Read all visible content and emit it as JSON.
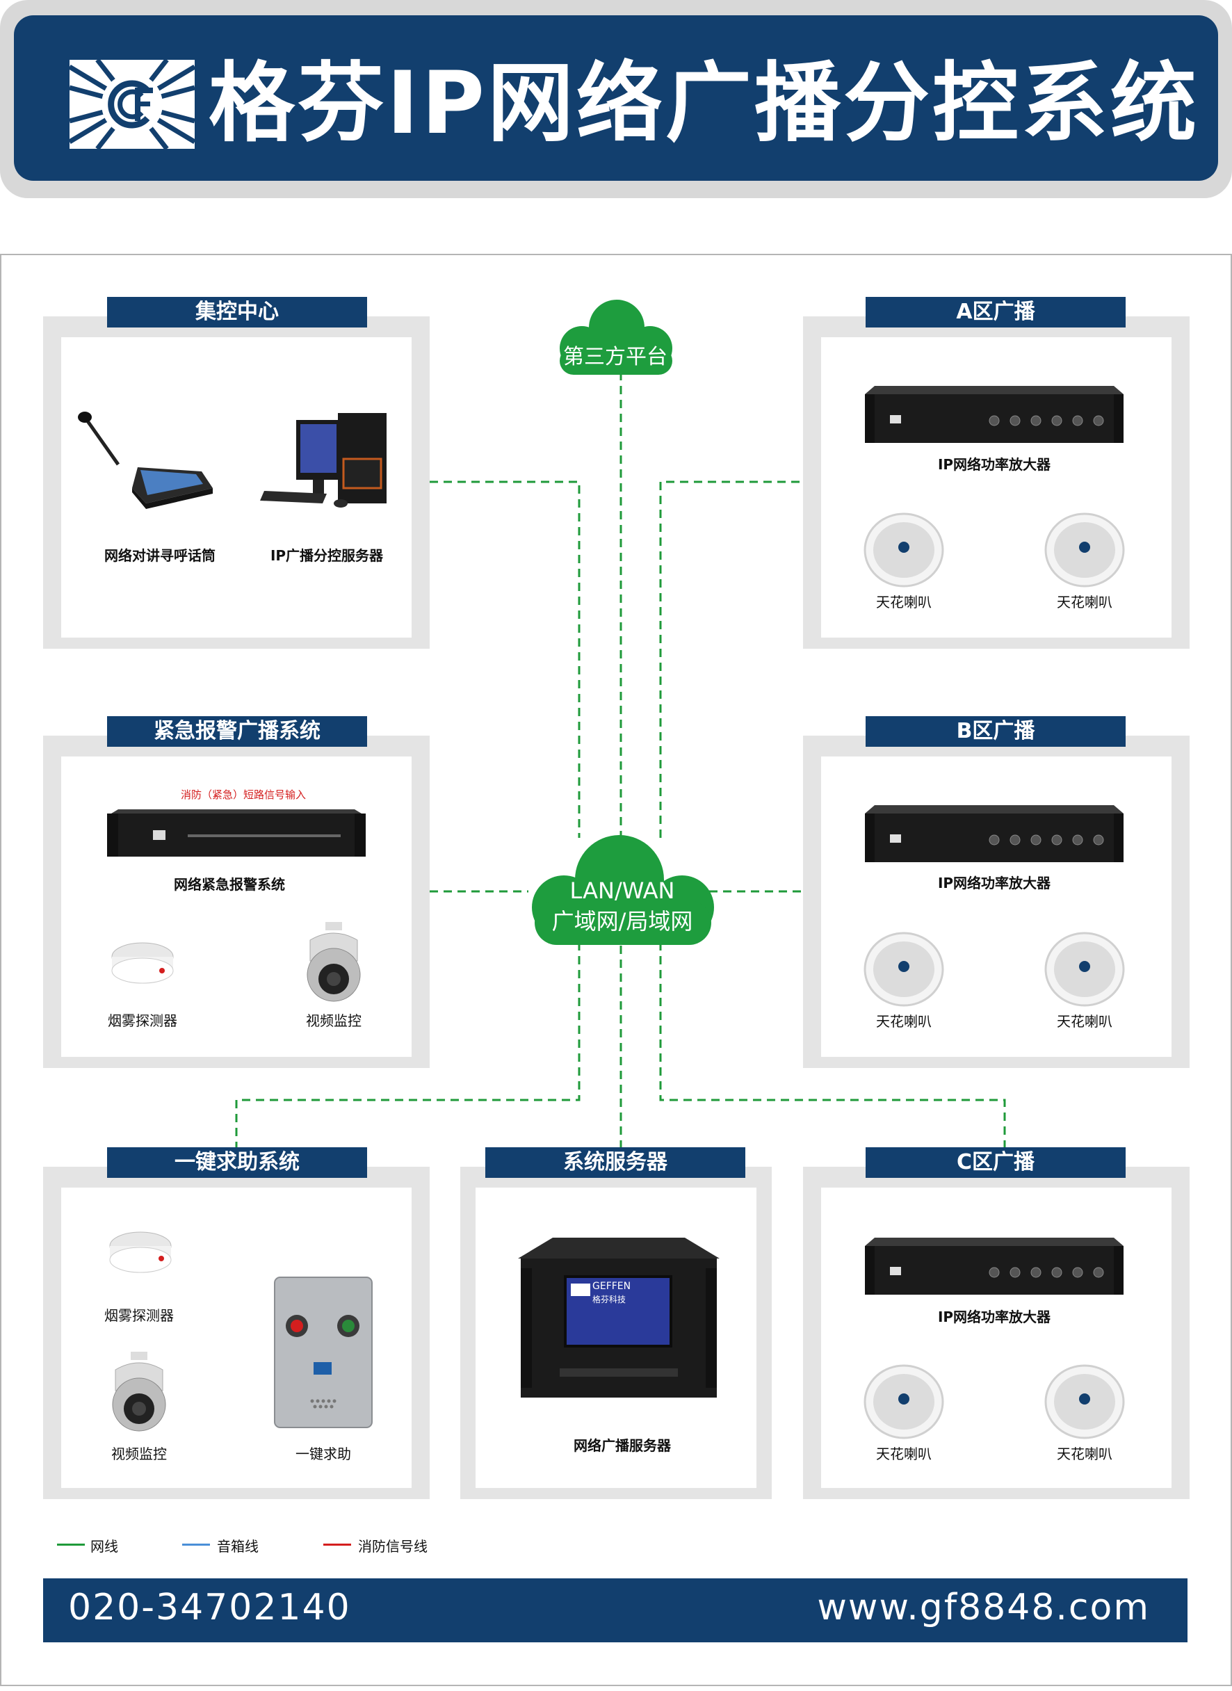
{
  "header": {
    "title": "格芬IP网络广播分控系统"
  },
  "clouds": {
    "third_party": "第三方平台",
    "network_line1": "LAN/WAN",
    "network_line2": "广域网/局域网"
  },
  "panels": {
    "central": {
      "title": "集控中心",
      "mic_label": "网络对讲寻呼话筒",
      "server_label": "IP广播分控服务器"
    },
    "emergency": {
      "title": "紧急报警广播系统",
      "input_label": "消防（紧急）短路信号输入",
      "alarm_label": "网络紧急报警系统",
      "smoke_label": "烟雾探测器",
      "camera_label": "视频监控"
    },
    "sos": {
      "title": "一键求助系统",
      "smoke_label": "烟雾探测器",
      "camera_label": "视频监控",
      "button_label": "一键求助"
    },
    "server": {
      "title": "系统服务器",
      "server_label": "网络广播服务器",
      "screen_brand": "GEFFEN",
      "screen_sub": "格芬科技"
    },
    "zone_a": {
      "title": "A区广播",
      "amp_label": "IP网络功率放大器",
      "speaker_left": "天花喇叭",
      "speaker_right": "天花喇叭"
    },
    "zone_b": {
      "title": "B区广播",
      "amp_label": "IP网络功率放大器",
      "speaker_left": "天花喇叭",
      "speaker_right": "天花喇叭"
    },
    "zone_c": {
      "title": "C区广播",
      "amp_label": "IP网络功率放大器",
      "speaker_left": "天花喇叭",
      "speaker_right": "天花喇叭"
    }
  },
  "legend": {
    "network": "网线",
    "speaker": "音箱线",
    "fire": "消防信号线"
  },
  "footer": {
    "phone": "020-34702140",
    "website": "www.gf8848.com"
  },
  "colors": {
    "brand_navy": "#123f6e",
    "network_green": "#1f9a3a",
    "speaker_blue": "#4a8fd8",
    "fire_red": "#d41e1e",
    "cloud_green": "#1e9d3e"
  }
}
